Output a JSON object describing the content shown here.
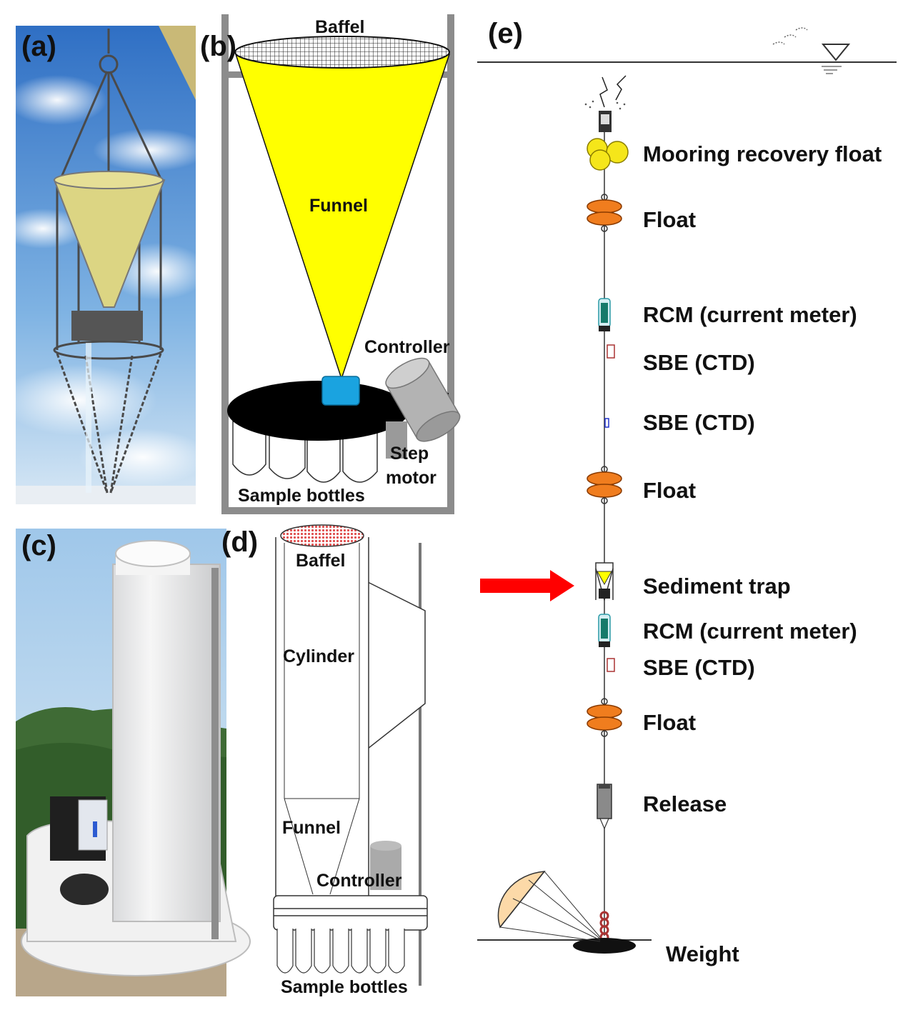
{
  "panels": {
    "a": {
      "label": "(a)"
    },
    "b": {
      "label": "(b)",
      "baffle": "Baffel",
      "funnel": "Funnel",
      "controller": "Controller",
      "step_motor_line1": "Step",
      "step_motor_line2": "motor",
      "sample_bottles": "Sample bottles"
    },
    "c": {
      "label": "(c)"
    },
    "d": {
      "label": "(d)",
      "baffle": "Baffel",
      "cylinder": "Cylinder",
      "funnel": "Funnel",
      "controller": "Controller",
      "sample_bottles": "Sample bottles"
    },
    "e": {
      "label": "(e)",
      "components": {
        "recovery_float": "Mooring recovery float",
        "float_1": "Float",
        "rcm_1": "RCM (current meter)",
        "sbe_1": "SBE (CTD)",
        "sbe_2": "SBE (CTD)",
        "float_2": "Float",
        "sediment_trap": "Sediment trap",
        "rcm_2": "RCM (current meter)",
        "sbe_3": "SBE (CTD)",
        "float_3": "Float",
        "release": "Release",
        "weight": "Weight"
      }
    }
  },
  "colors": {
    "funnel_yellow": "#ffff00",
    "float_orange": "#f07d1e",
    "recovery_yellow": "#f5e61a",
    "arrow_red": "#ff0000",
    "controller_blue": "#1aa3e0",
    "baffle_pink": "#e05050"
  }
}
